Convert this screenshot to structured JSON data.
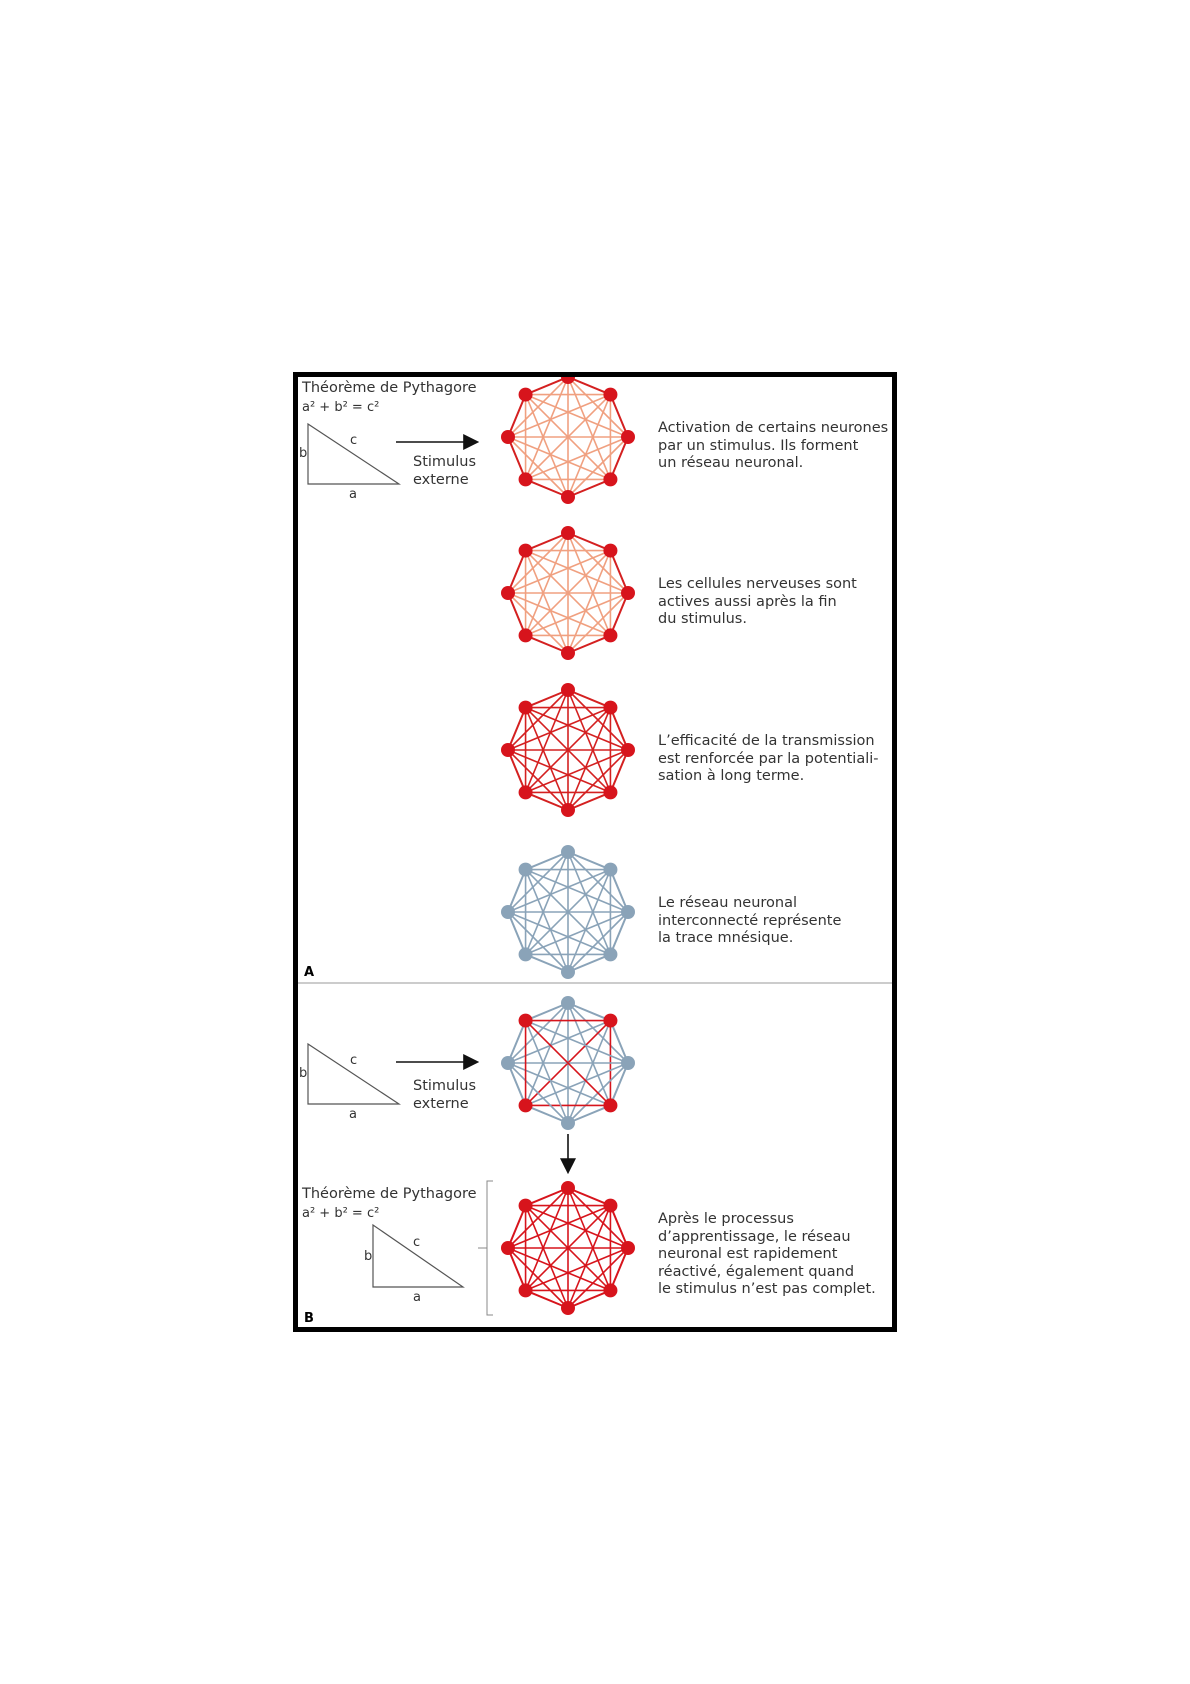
{
  "panel_a": {
    "letter": "A",
    "title": "Théorème de Pythagore",
    "equation": "a² + b² = c²",
    "triangle": {
      "a": "a",
      "b": "b",
      "c": "c"
    },
    "stimulus": "Stimulus\nexterne",
    "steps": [
      {
        "text": "Activation de certains neurones\npar un stimulus. Ils forment\nun réseau neuronal.",
        "edge_color": "#f0a080",
        "ring_color": "#d42020",
        "node_color": "#d7141c"
      },
      {
        "text": "Les cellules nerveuses sont\nactives aussi après la fin\ndu stimulus.",
        "edge_color": "#f0a080",
        "ring_color": "#d42020",
        "node_color": "#d7141c"
      },
      {
        "text": "L’efficacité de la transmission\nest renforcée par la potentiali-\nsation à long terme.",
        "edge_color": "#d42020",
        "ring_color": "#d42020",
        "node_color": "#d7141c"
      },
      {
        "text": "Le réseau neuronal\ninterconnecté représente\nla trace mnésique.",
        "edge_color": "#8aa3b8",
        "ring_color": "#8aa3b8",
        "node_color": "#8aa3b8"
      }
    ]
  },
  "panel_b": {
    "letter": "B",
    "title": "Théorème de Pythagore",
    "equation": "a² + b² = c²",
    "triangle": {
      "a": "a",
      "b": "b",
      "c": "c"
    },
    "triangle_top": {
      "a": "a",
      "b": "b",
      "c": "c"
    },
    "stimulus": "Stimulus\nexterne",
    "result_text": "Après le processus\nd’apprentissage, le réseau\nneuronal est rapidement\nréactivé, également quand\nle stimulus n’est pas complet.",
    "colors": {
      "red": "#d7141c",
      "blue": "#8aa3b8"
    }
  }
}
